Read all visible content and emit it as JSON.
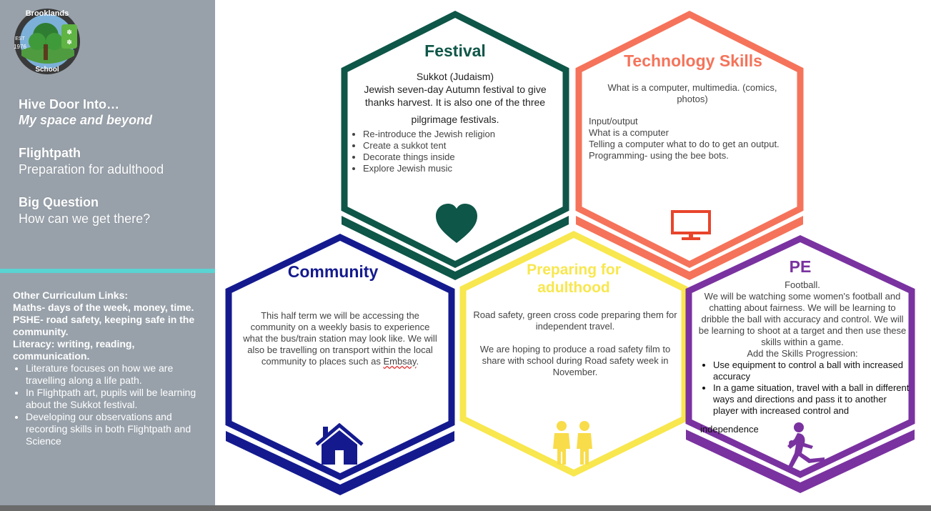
{
  "logo": {
    "top_text": "Brooklands",
    "bottom_text": "School",
    "est": "EST",
    "year": "1976"
  },
  "sidebar": {
    "hive_heading": "Hive Door Into…",
    "hive_sub": "My space and beyond",
    "flightpath_heading": "Flightpath",
    "flightpath_sub": "Preparation for adulthood",
    "bq_heading": "Big Question",
    "bq_sub": "How can we get there?",
    "links_title": "Other Curriculum Links:",
    "links_maths": "Maths- days of the week, money, time.",
    "links_pshe": "PSHE- road safety, keeping safe in the community.",
    "links_literacy": "Literacy: writing, reading, communication.",
    "links_bullets": [
      "Literature focuses on how we are travelling along a life path.",
      "In Flightpath art, pupils will be learning about the Sukkot festival.",
      "Developing our observations and recording skills in both Flightpath and Science"
    ]
  },
  "festival": {
    "title": "Festival",
    "line1": "Sukkot (Judaism)",
    "line2": "Jewish seven-day Autumn festival to give thanks harvest. It is also one of the three",
    "line3": "pilgrimage festivals.",
    "bullets": [
      "Re-introduce the Jewish religion",
      "Create a sukkot tent",
      "Decorate things inside",
      "Explore Jewish music"
    ]
  },
  "technology": {
    "title": "Technology Skills",
    "intro": "What is a computer, multimedia. (comics, photos)",
    "lines": [
      "Input/output",
      "What is a computer",
      "Telling a computer what to do to get an output.",
      "Programming- using the bee bots."
    ]
  },
  "community": {
    "title": "Community",
    "body": "This half term we will be accessing the community on a weekly basis to experience what the bus/train station may look like. We will also be travelling on transport within the local community to places such as",
    "place": "Embsay",
    "end": "."
  },
  "preparing": {
    "title1": "Preparing for",
    "title2": "adulthood",
    "para1": "Road safety, green cross code preparing them for independent travel.",
    "para2": "We are hoping to produce a road safety film to share with school during Road safety week in November."
  },
  "pe": {
    "title": "PE",
    "line1": "Football.",
    "body": "We will be watching some women's football and chatting about fairness. We will be learning to dribble the ball with accuracy and control. We will be learning to shoot at a target and then use these skills within a game.",
    "skills": "Add the Skills Progression:",
    "bullet1": "Use equipment to control a ball with increased accuracy",
    "bullet2": "In a game situation, travel with a ball in different ways and directions and pass it to another player with increased control and",
    "bullet2_end": "independence"
  },
  "colors": {
    "festival": "#0e5648",
    "technology": "#f5735a",
    "community": "#141a8e",
    "preparing": "#f8e74e",
    "pe": "#7a32a0",
    "sidebar": "#98a1aa",
    "teal": "#5ad3d3"
  }
}
